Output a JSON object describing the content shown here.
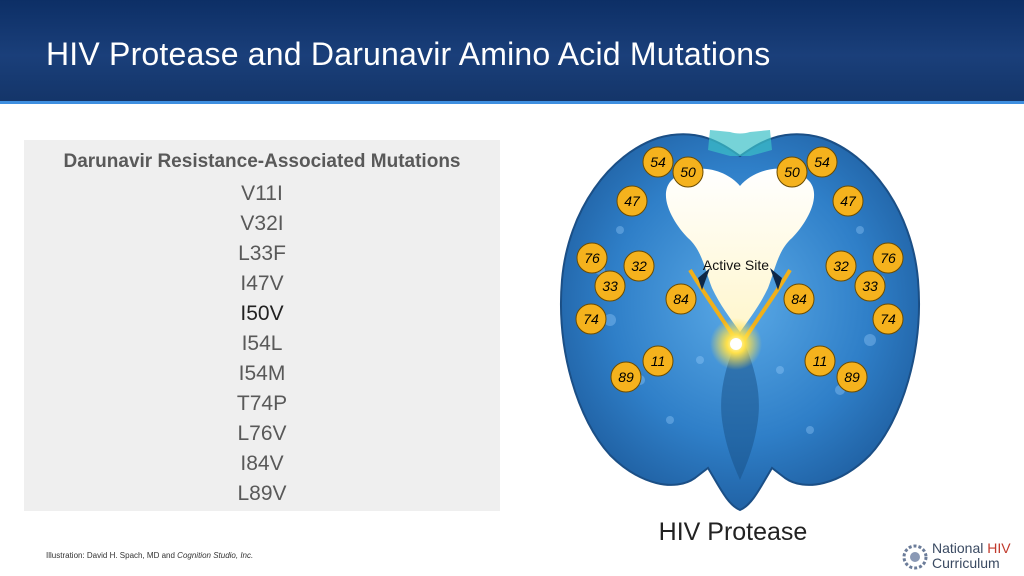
{
  "slide": {
    "title": "HIV Protease and Darunavir Amino Acid Mutations"
  },
  "panel": {
    "heading": "Darunavir Resistance-Associated Mutations",
    "mutations": [
      "V11I",
      "V32I",
      "L33F",
      "I47V",
      "I50V",
      "I54L",
      "I54M",
      "T74P",
      "L76V",
      "I84V",
      "L89V"
    ]
  },
  "diagram": {
    "active_site_label": "Active Site",
    "caption": "HIV Protease",
    "residue_labels": [
      "54",
      "50",
      "50",
      "54",
      "47",
      "47",
      "76",
      "32",
      "32",
      "76",
      "33",
      "33",
      "84",
      "84",
      "74",
      "74",
      "11",
      "11",
      "89",
      "89"
    ]
  },
  "footer": {
    "credit_prefix": "Illustration: David H. Spach, MD and ",
    "credit_studio": "Cognition Studio, Inc.",
    "logo_line1_a": "National ",
    "logo_line1_b": "HIV",
    "logo_line2": "Curriculum"
  },
  "colors": {
    "header": "#143569",
    "accent_line": "#3e8fe0",
    "protein_blue": "#2f7fc8",
    "residue_fill": "#f5b21d"
  }
}
